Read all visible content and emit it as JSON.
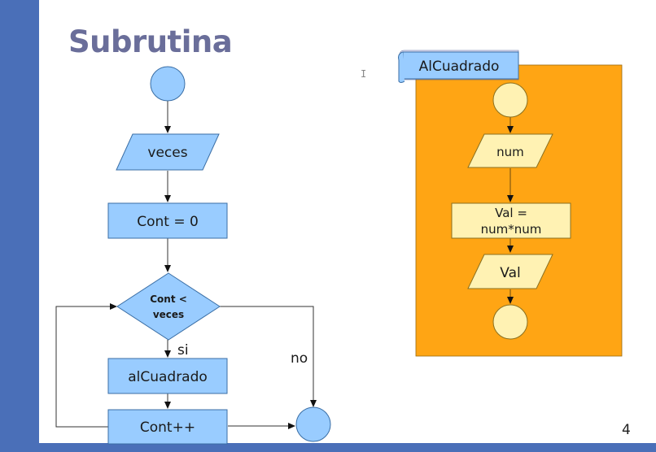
{
  "slide": {
    "title": "Subrutina",
    "page_number": "4",
    "cursor_glyph": "I"
  },
  "main_flow": {
    "input_label": "veces",
    "init_label": "Cont = 0",
    "decision_line1": "Cont <",
    "decision_line2": "veces",
    "yes_label": "si",
    "no_label": "no",
    "call_label": "alCuadrado",
    "increment_label": "Cont++"
  },
  "subroutine": {
    "name": "AlCuadrado",
    "input_label": "num",
    "process_line1": "Val =",
    "process_line2": "num*num",
    "output_label": "Val"
  },
  "colors": {
    "main_fill": "#99ccff",
    "main_stroke": "#3a6ea5",
    "sub_bg": "#ffa514",
    "sub_shape_fill": "#fff2b3",
    "title": "#6a6e9a",
    "frame": "#4a6fb8"
  }
}
